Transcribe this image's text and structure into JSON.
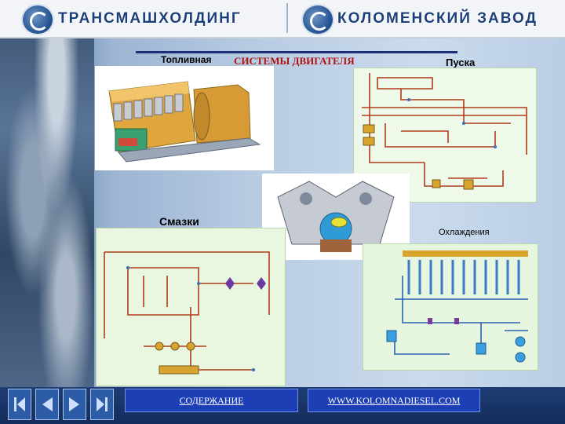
{
  "header": {
    "left_brand": "ТРАНСМАШХОЛДИНГ",
    "right_brand": "КОЛОМЕНСКИЙ ЗАВОД",
    "left_logo_icon": "transmashholding-logo-icon",
    "right_logo_icon": "kolomna-plant-logo-icon"
  },
  "slide": {
    "title": "СИСТЕМЫ ДВИГАТЕЛЯ",
    "labels": {
      "fuel": "Топливная",
      "start": "Пуска",
      "lubrication": "Смазки",
      "cooling": "Охлаждения"
    }
  },
  "footer": {
    "contents_link": "СОДЕРЖАНИЕ",
    "website_link": "WWW.KOLOMNADIESEL.COM",
    "nav_icons": [
      "first-slide-icon",
      "prev-slide-icon",
      "next-slide-icon",
      "last-slide-icon"
    ]
  },
  "colors": {
    "accent": "#1c2f78",
    "title_red": "#b01010",
    "diagram_pipe": "#b13a1c",
    "diagram_bg": "#eef9ea"
  }
}
